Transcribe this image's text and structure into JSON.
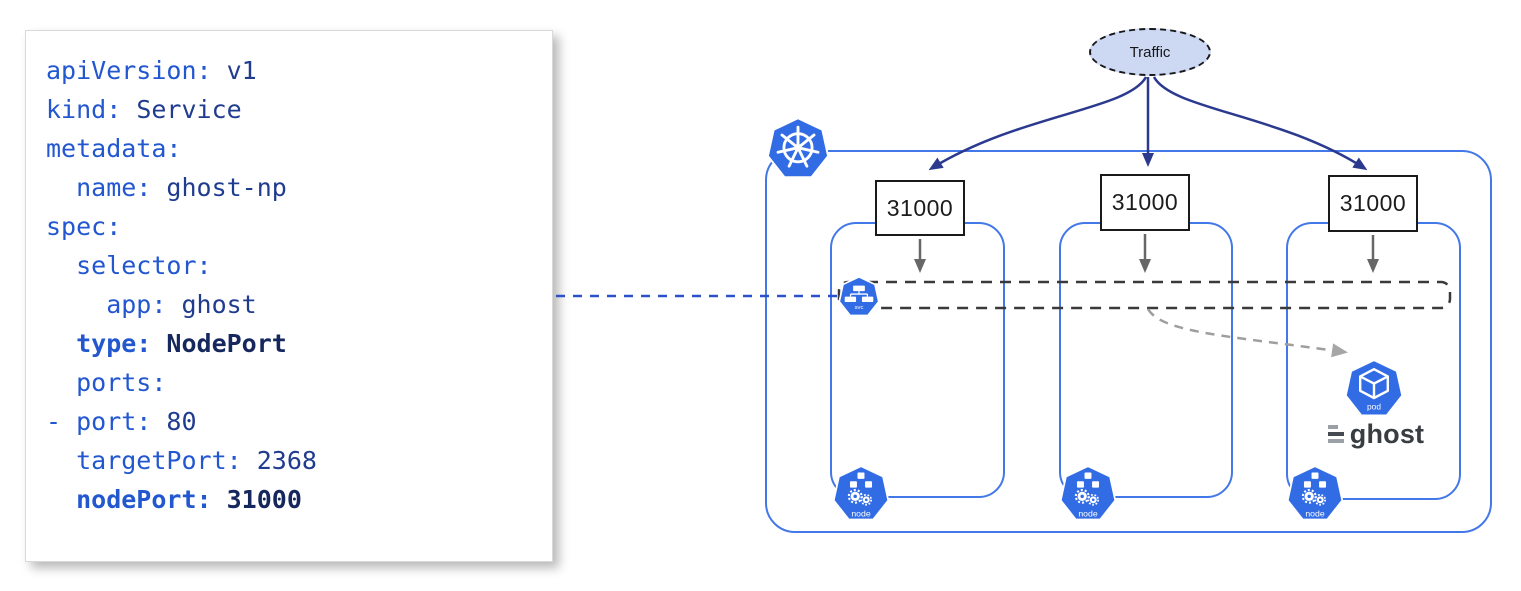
{
  "code_block": {
    "lines": [
      {
        "key": "apiVersion:",
        "value": " v1",
        "bold": false
      },
      {
        "key": "kind:",
        "value": " Service",
        "bold": false
      },
      {
        "key": "metadata:",
        "value": "",
        "bold": false
      },
      {
        "key": "  name:",
        "value": " ghost-np",
        "bold": false
      },
      {
        "key": "spec:",
        "value": "",
        "bold": false
      },
      {
        "key": "  selector:",
        "value": "",
        "bold": false
      },
      {
        "key": "    app:",
        "value": " ghost",
        "bold": false
      },
      {
        "key": "  type:",
        "value": " NodePort",
        "bold": true
      },
      {
        "key": "  ports:",
        "value": "",
        "bold": false
      },
      {
        "key": "- port:",
        "value": " 80",
        "bold": false
      },
      {
        "key": "  targetPort:",
        "value": " 2368",
        "bold": false
      },
      {
        "key": "  nodePort:",
        "value": " 31000",
        "bold": true
      }
    ]
  },
  "diagram": {
    "traffic_label": "Traffic",
    "port_labels": [
      "31000",
      "31000",
      "31000"
    ],
    "svc_label": "svc",
    "pod_label": "pod",
    "ghost_label": "ghost",
    "node_labels": [
      "node",
      "node",
      "node"
    ],
    "colors": {
      "k8s_blue": "#326ce5",
      "box_border_blue": "#4378e8",
      "navy_arrow": "#2b3a8f",
      "gray_arrow": "#676767",
      "dashed_bar": "#3a3a3a",
      "connector_blue": "#2b50c8",
      "traffic_fill": "#cdd9f3",
      "code_key": "#2257d0",
      "code_value": "#203c8f"
    }
  }
}
